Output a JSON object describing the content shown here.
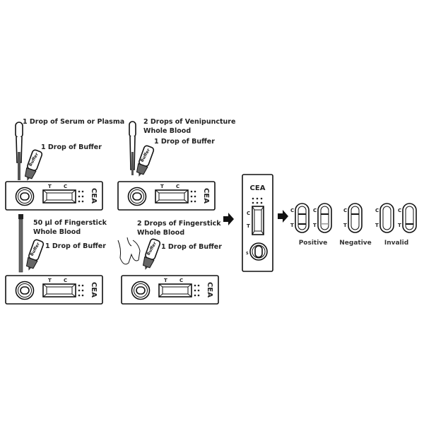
{
  "steps": {
    "serum": {
      "sample": "1 Drop of Serum or Plasma",
      "buffer": "1 Drop of Buffer"
    },
    "venipuncture": {
      "sample_line1": "2 Drops of Venipuncture",
      "sample_line2": "Whole Blood",
      "buffer": "1 Drop of Buffer"
    },
    "fingerstick_pipette": {
      "sample_line1": "50 µl of Fingerstick",
      "sample_line2": "Whole Blood",
      "buffer": "1 Drop of Buffer"
    },
    "fingerstick_drops": {
      "sample_line1": "2 Drops of Fingerstick",
      "sample_line2": "Whole Blood",
      "buffer": "1 Drop of Buffer"
    }
  },
  "bottle_label": "Buffer",
  "cassette": {
    "name": "CEA",
    "t": "T",
    "c": "C",
    "s": "S"
  },
  "results": {
    "positive": "Positive",
    "negative": "Negative",
    "invalid": "Invalid",
    "c": "C",
    "t": "T"
  }
}
